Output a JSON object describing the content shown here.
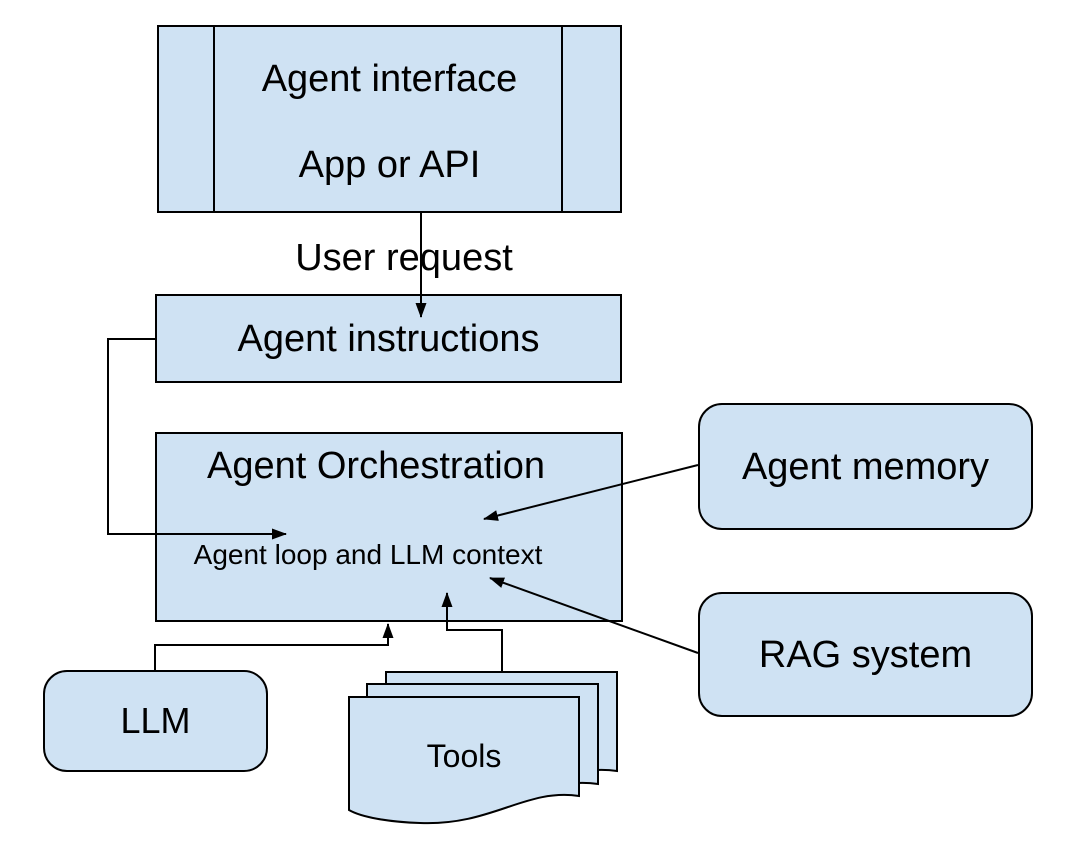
{
  "diagram": {
    "title_hint": "Agent architecture diagram",
    "colors": {
      "background": "#ffffff",
      "node_fill": "#cfe2f3",
      "node_border": "#000000",
      "connector": "#000000",
      "text": "#000000"
    },
    "nodes": {
      "agent_interface": {
        "shape": "predefined-process",
        "title": "Agent interface",
        "subtitle": "App or API"
      },
      "agent_instructions": {
        "shape": "rectangle",
        "label": "Agent instructions"
      },
      "agent_orchestration": {
        "shape": "rectangle",
        "title": "Agent Orchestration",
        "subtitle": "Agent loop and LLM context"
      },
      "agent_memory": {
        "shape": "rounded-rectangle",
        "label": "Agent memory"
      },
      "rag_system": {
        "shape": "rounded-rectangle",
        "label": "RAG system"
      },
      "llm": {
        "shape": "rounded-rectangle",
        "label": "LLM"
      },
      "tools": {
        "shape": "document-stack",
        "label": "Tools"
      }
    },
    "edge_labels": {
      "user_request": "User request"
    },
    "edges": [
      {
        "from": "agent_interface",
        "to": "agent_instructions",
        "label": "User request",
        "style": "straight-arrow"
      },
      {
        "from": "agent_instructions",
        "to": "agent_orchestration",
        "style": "elbow-arrow"
      },
      {
        "from": "llm",
        "to": "agent_orchestration",
        "style": "elbow-arrow"
      },
      {
        "from": "tools",
        "to": "agent_orchestration",
        "style": "elbow-arrow"
      },
      {
        "from": "agent_memory",
        "to": "agent_orchestration",
        "style": "straight-arrow"
      },
      {
        "from": "rag_system",
        "to": "agent_orchestration",
        "style": "straight-arrow"
      }
    ]
  }
}
